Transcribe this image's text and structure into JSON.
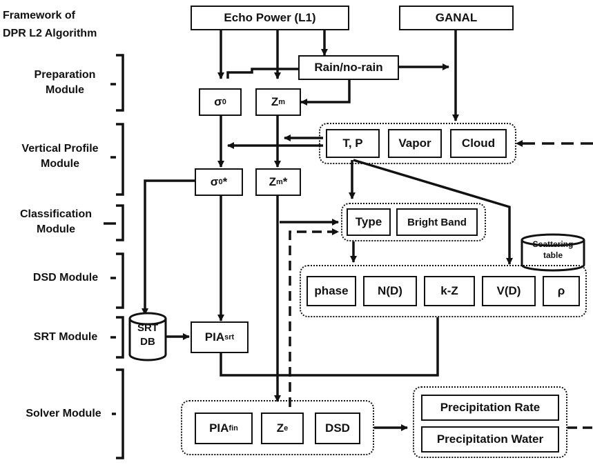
{
  "title": {
    "line1": "Framework of",
    "line2": "DPR L2 Algorithm"
  },
  "modules": [
    {
      "line1": "Preparation",
      "line2": "Module"
    },
    {
      "line1": "Vertical Profile",
      "line2": "Module"
    },
    {
      "line1": "Classification",
      "line2": "Module"
    },
    {
      "line1": "DSD Module",
      "line2": ""
    },
    {
      "line1": "SRT Module",
      "line2": ""
    },
    {
      "line1": "Solver Module",
      "line2": ""
    }
  ],
  "nodes": {
    "echo_power": "Echo Power (L1)",
    "ganal": "GANAL",
    "rain_no_rain": "Rain/no-rain",
    "sigma0": {
      "base": "σ",
      "sup": "0"
    },
    "zm": {
      "base": "Z",
      "sub": "m"
    },
    "tp": "T, P",
    "vapor": "Vapor",
    "cloud": "Cloud",
    "sigma0_star": {
      "base": "σ",
      "sup": "0",
      "suffix": "*"
    },
    "zm_star": {
      "base": "Z",
      "sub": "m",
      "suffix": "*"
    },
    "type": "Type",
    "bright_band": "Bright Band",
    "scattering_table": {
      "line1": "Scattering",
      "line2": "table"
    },
    "phase": "phase",
    "nd": "N(D)",
    "kz": "k-Z",
    "vd": "V(D)",
    "rho": "ρ",
    "srt_db": {
      "line1": "SRT",
      "line2": "DB"
    },
    "pia_srt": {
      "base": "PIA",
      "sub": "srt"
    },
    "pia_fin": {
      "base": "PIA",
      "sub": "fin"
    },
    "ze": {
      "base": "Z",
      "sub": "e"
    },
    "dsd": "DSD",
    "precip_rate": "Precipitation Rate",
    "precip_water": "Precipitation Water"
  }
}
